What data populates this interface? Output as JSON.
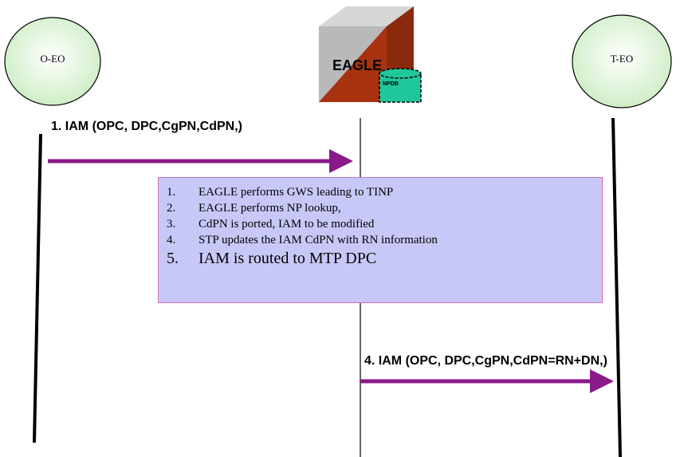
{
  "nodes": {
    "originating": "O-EO",
    "terminating": "T-EO",
    "stp": "EAGLE",
    "database": "NPDB"
  },
  "messages": [
    {
      "label": "1. IAM (OPC, DPC,CgPN,CdPN,)"
    },
    {
      "label": "4. IAM (OPC, DPC,CgPN,CdPN=RN+DN,)"
    }
  ],
  "notes": [
    {
      "num": "1.",
      "text": "EAGLE performs GWS leading to TINP"
    },
    {
      "num": "2.",
      "text": "EAGLE performs NP lookup,"
    },
    {
      "num": "3.",
      "text": "CdPN is ported, IAM to be modified"
    },
    {
      "num": "4.",
      "text": "STP updates the IAM CdPN with RN information"
    },
    {
      "num": "5.",
      "text": "IAM is routed to MTP DPC"
    }
  ],
  "colors": {
    "node_fill": "#dff7d8",
    "arrow": "#8a1a8a",
    "notes_fill": "#c8c8f8",
    "notes_border": "#d070b8",
    "db_fill": "#1fc79a",
    "box_gray": "#b8b8b8",
    "box_red": "#a83210"
  }
}
